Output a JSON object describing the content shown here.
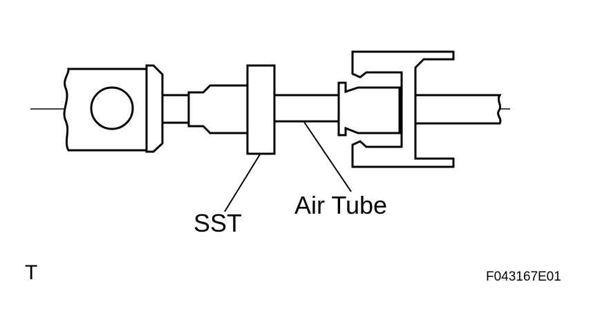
{
  "labels": {
    "sst": "SST",
    "air_tube": "Air Tube",
    "corner_mark": "T",
    "figure_id": "F043167E01"
  },
  "colors": {
    "stroke": "#000000",
    "background": "#ffffff"
  }
}
